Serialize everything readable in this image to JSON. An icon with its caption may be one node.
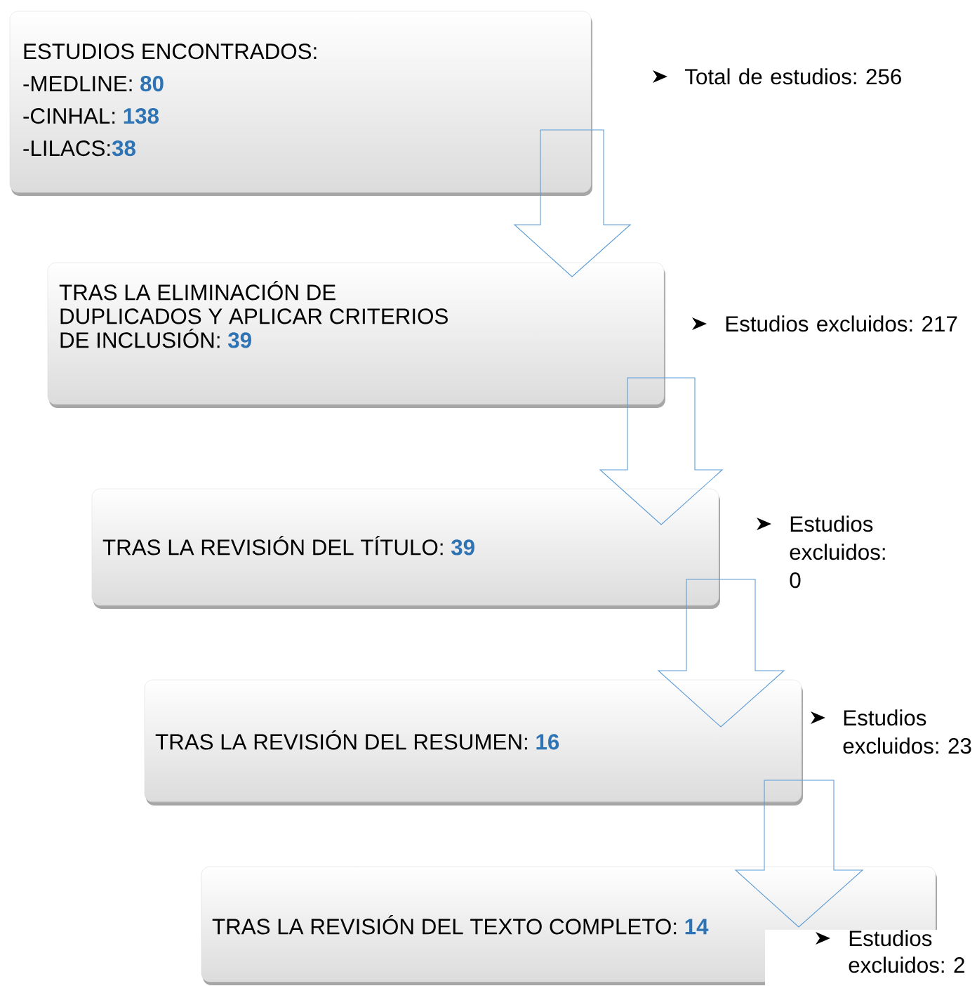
{
  "diagram": {
    "nodes": [
      {
        "text": [
          "ESTUDIOS ENCONTRADOS:",
          "-MEDLINE: **80**",
          "-CINHAL: **138**",
          "-LILACS:**38**"
        ]
      },
      {
        "text": [
          "TRAS LA ELIMINACIÓN DE DUPLICADOS Y APLICAR CRITERIOS DE INCLUSIÓN: **39**"
        ]
      },
      {
        "text": [
          "TRAS LA REVISIÓN DEL TÍTULO: **39**"
        ]
      },
      {
        "text": [
          "TRAS LA REVISIÓN DEL RESUMEN: **16**"
        ]
      },
      {
        "text": [
          "TRAS LA REVISIÓN DEL TEXTO COMPLETO: **14**"
        ]
      }
    ],
    "edges": [
      {
        "from": 0,
        "to": 1,
        "arrow": "to"
      },
      {
        "from": 1,
        "to": 2,
        "arrow": "to"
      },
      {
        "from": 2,
        "to": 3,
        "arrow": "to"
      },
      {
        "from": 3,
        "to": 4,
        "arrow": "to"
      }
    ],
    "labels": [
      "Total de estudios: 256",
      "Estudios excluidos: 217",
      "Estudios excluidos: 0",
      "Estudios excluidos: 23",
      "Estudios excluidos: 2"
    ]
  }
}
